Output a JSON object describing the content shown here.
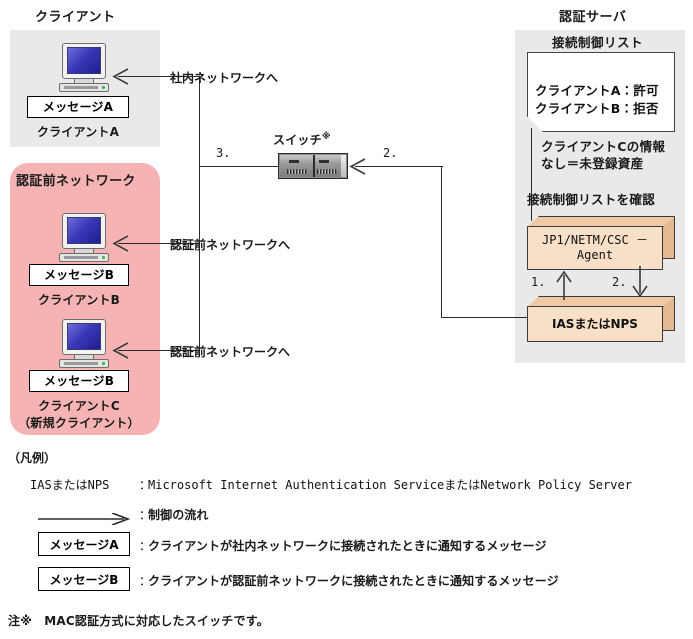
{
  "headings": {
    "client": "クライアント",
    "auth_server": "認証サーバ"
  },
  "regions": {
    "pre_auth_network": "認証前ネットワーク"
  },
  "nodes": {
    "client_a": {
      "caption": "クライアントA",
      "message": "メッセージA"
    },
    "client_b": {
      "caption": "クライアントB",
      "message": "メッセージB"
    },
    "client_c": {
      "caption": "クライアントC",
      "caption2": "（新規クライアント）",
      "message": "メッセージB"
    },
    "switch": {
      "label": "スイッチ",
      "mark": "※"
    }
  },
  "server": {
    "acl_title": "接続制御リスト",
    "acl_line1": "クライアントA：許可",
    "acl_line2": "クライアントB：拒否",
    "note_line1": "クライアントCの情報",
    "note_line2": "なし＝未登録資産",
    "check_label": "接続制御リストを確認",
    "agent_box_line1": "JP1/NETM/CSC －",
    "agent_box_line2": "Agent",
    "ias_box": "IASまたはNPS"
  },
  "flows": {
    "to_internal_network": "社内ネットワークへ",
    "to_preauth_network_b": "認証前ネットワークへ",
    "to_preauth_network_c": "認証前ネットワークへ",
    "step1": "1.",
    "step2_server": "2.",
    "step2_switch": "2.",
    "step3": "3."
  },
  "legend": {
    "title": "（凡例）",
    "rows": [
      {
        "key": "IASまたはNPS",
        "colon": "：",
        "desc": "Microsoft Internet Authentication ServiceまたはNetwork Policy Server",
        "mono": true
      },
      {
        "key": "arrow-icon",
        "colon": "：",
        "desc": "制御の流れ",
        "mono": false
      },
      {
        "key": "メッセージA",
        "colon": "：",
        "desc": "クライアントが社内ネットワークに接続されたときに通知するメッセージ",
        "mono": false
      },
      {
        "key": "メッセージB",
        "colon": "：",
        "desc": "クライアントが認証前ネットワークに接続されたときに通知するメッセージ",
        "mono": false
      }
    ]
  },
  "footnote": "注※　MAC認証方式に対応したスイッチです。",
  "colors": {
    "client_region_bg": "#e9e9e9",
    "preauth_region_bg": "#f6b3b3",
    "server_region_bg": "#e9e9e9",
    "box3d_front": "#f7dfc8",
    "box3d_top": "#eec9a4",
    "box3d_side": "#e5b98f",
    "line": "#2b2b2b",
    "screen_blue": "#3a38b8"
  }
}
